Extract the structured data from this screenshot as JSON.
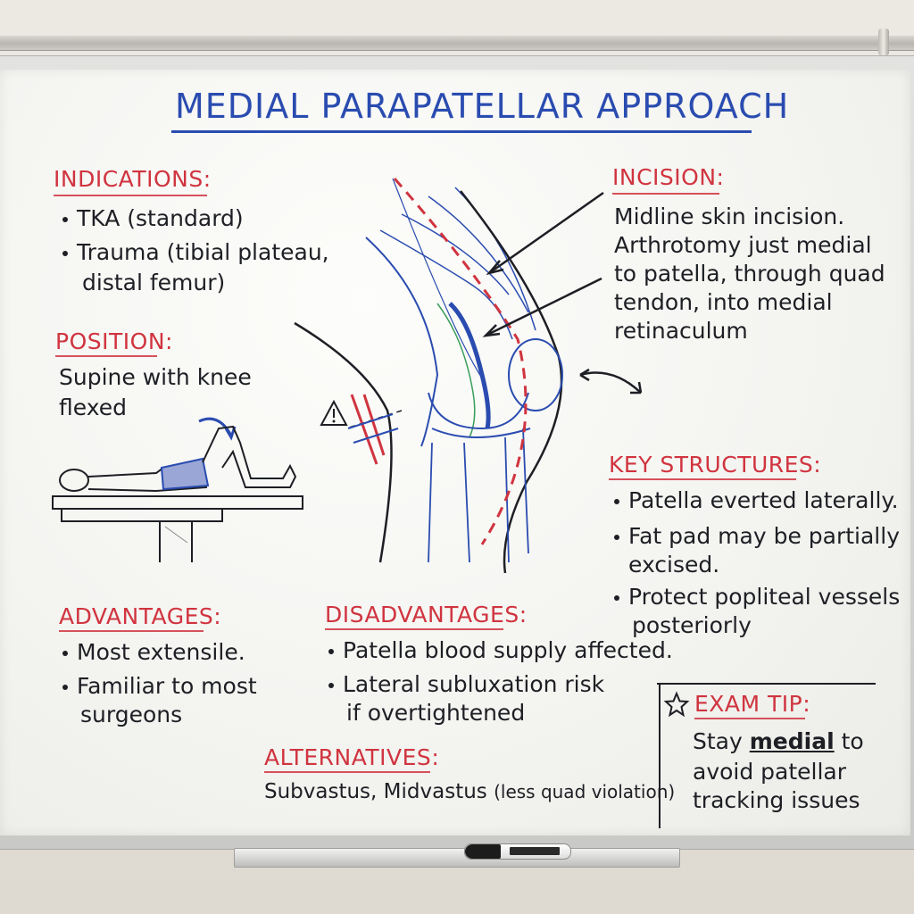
{
  "title": "MEDIAL PARAPATELLAR APPROACH",
  "colors": {
    "title_blue": "#2a4cb0",
    "heading_red": "#d0343f",
    "text_black": "#1d1f24",
    "board_white": "#f6f6f3"
  },
  "indications": {
    "heading": "INDICATIONS",
    "items": [
      "TKA (standard)",
      "Trauma (tibial plateau,",
      "distal femur)"
    ]
  },
  "position": {
    "heading": "POSITION",
    "lines": [
      "Supine with knee",
      "flexed"
    ]
  },
  "incision": {
    "heading": "INCISION",
    "lines": [
      "Midline skin incision.",
      "Arthrotomy just medial",
      "to patella, through quad",
      "tendon, into medial",
      "retinaculum"
    ]
  },
  "key_structures": {
    "heading": "KEY STRUCTURES",
    "items": [
      {
        "line1": "Patella everted laterally.",
        "line2": ""
      },
      {
        "line1": "Fat pad may be partially",
        "line2": "excised."
      },
      {
        "line1": "Protect popliteal vessels",
        "line2": "posteriorly"
      }
    ]
  },
  "advantages": {
    "heading": "ADVANTAGES",
    "items": [
      {
        "line1": "Most extensile.",
        "line2": ""
      },
      {
        "line1": "Familiar to most",
        "line2": "surgeons"
      }
    ]
  },
  "disadvantages": {
    "heading": "DISADVANTAGES",
    "items": [
      {
        "line1": "Patella blood supply affected.",
        "line2": ""
      },
      {
        "line1": "Lateral subluxation risk",
        "line2": "if overtightened"
      }
    ]
  },
  "alternatives": {
    "heading": "ALTERNATIVES",
    "text_main": "Subvastus, Midvastus",
    "text_paren": "(less quad violation)"
  },
  "exam_tip": {
    "heading": "EXAM TIP",
    "star_icon": "star-outline-icon",
    "line1_pre": "Stay ",
    "line1_highlight": "medial",
    "line1_post": " to",
    "line2": "avoid patellar",
    "line3": "tracking issues"
  },
  "icons": [
    "warning-triangle-icon",
    "double-arrow-icon",
    "flexion-arrow-icon",
    "knee-anatomy-drawing",
    "supine-patient-drawing"
  ]
}
